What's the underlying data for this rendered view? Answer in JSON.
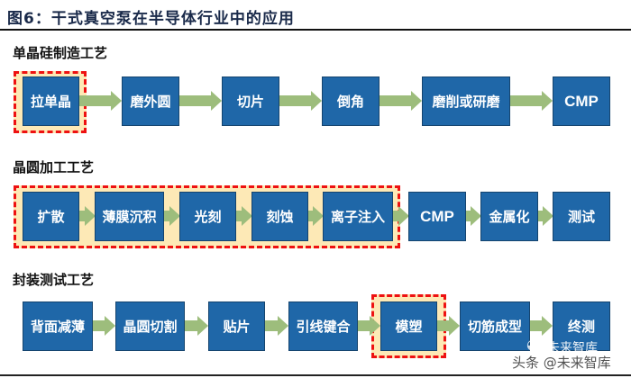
{
  "figure": {
    "title": "图6：干式真空泵在半导体行业中的应用"
  },
  "colors": {
    "box_fill": "#1f67a8",
    "arrow": "#9dbd7c",
    "highlight_fill": "#fde9b6",
    "highlight_border": "#ee1111"
  },
  "sections": [
    {
      "label": "单晶硅制造工艺",
      "steps": [
        "拉单晶",
        "磨外圆",
        "切片",
        "倒角",
        "磨削或研磨",
        "CMP"
      ],
      "highlighted_steps": [
        "拉单晶"
      ]
    },
    {
      "label": "晶圆加工工艺",
      "steps": [
        "扩散",
        "薄膜沉积",
        "光刻",
        "刻蚀",
        "离子注入",
        "CMP",
        "金属化",
        "测试"
      ],
      "highlighted_steps": [
        "扩散",
        "薄膜沉积",
        "光刻",
        "刻蚀",
        "离子注入"
      ]
    },
    {
      "label": "封装测试工艺",
      "steps": [
        "背面减薄",
        "晶圆切割",
        "贴片",
        "引线键合",
        "模塑",
        "切筋成型",
        "终测"
      ],
      "highlighted_steps": [
        "模塑"
      ]
    }
  ],
  "watermark": {
    "top_text": "未来智库",
    "bottom_text": "头条 @未来智库",
    "icon": "wechat-icon"
  }
}
